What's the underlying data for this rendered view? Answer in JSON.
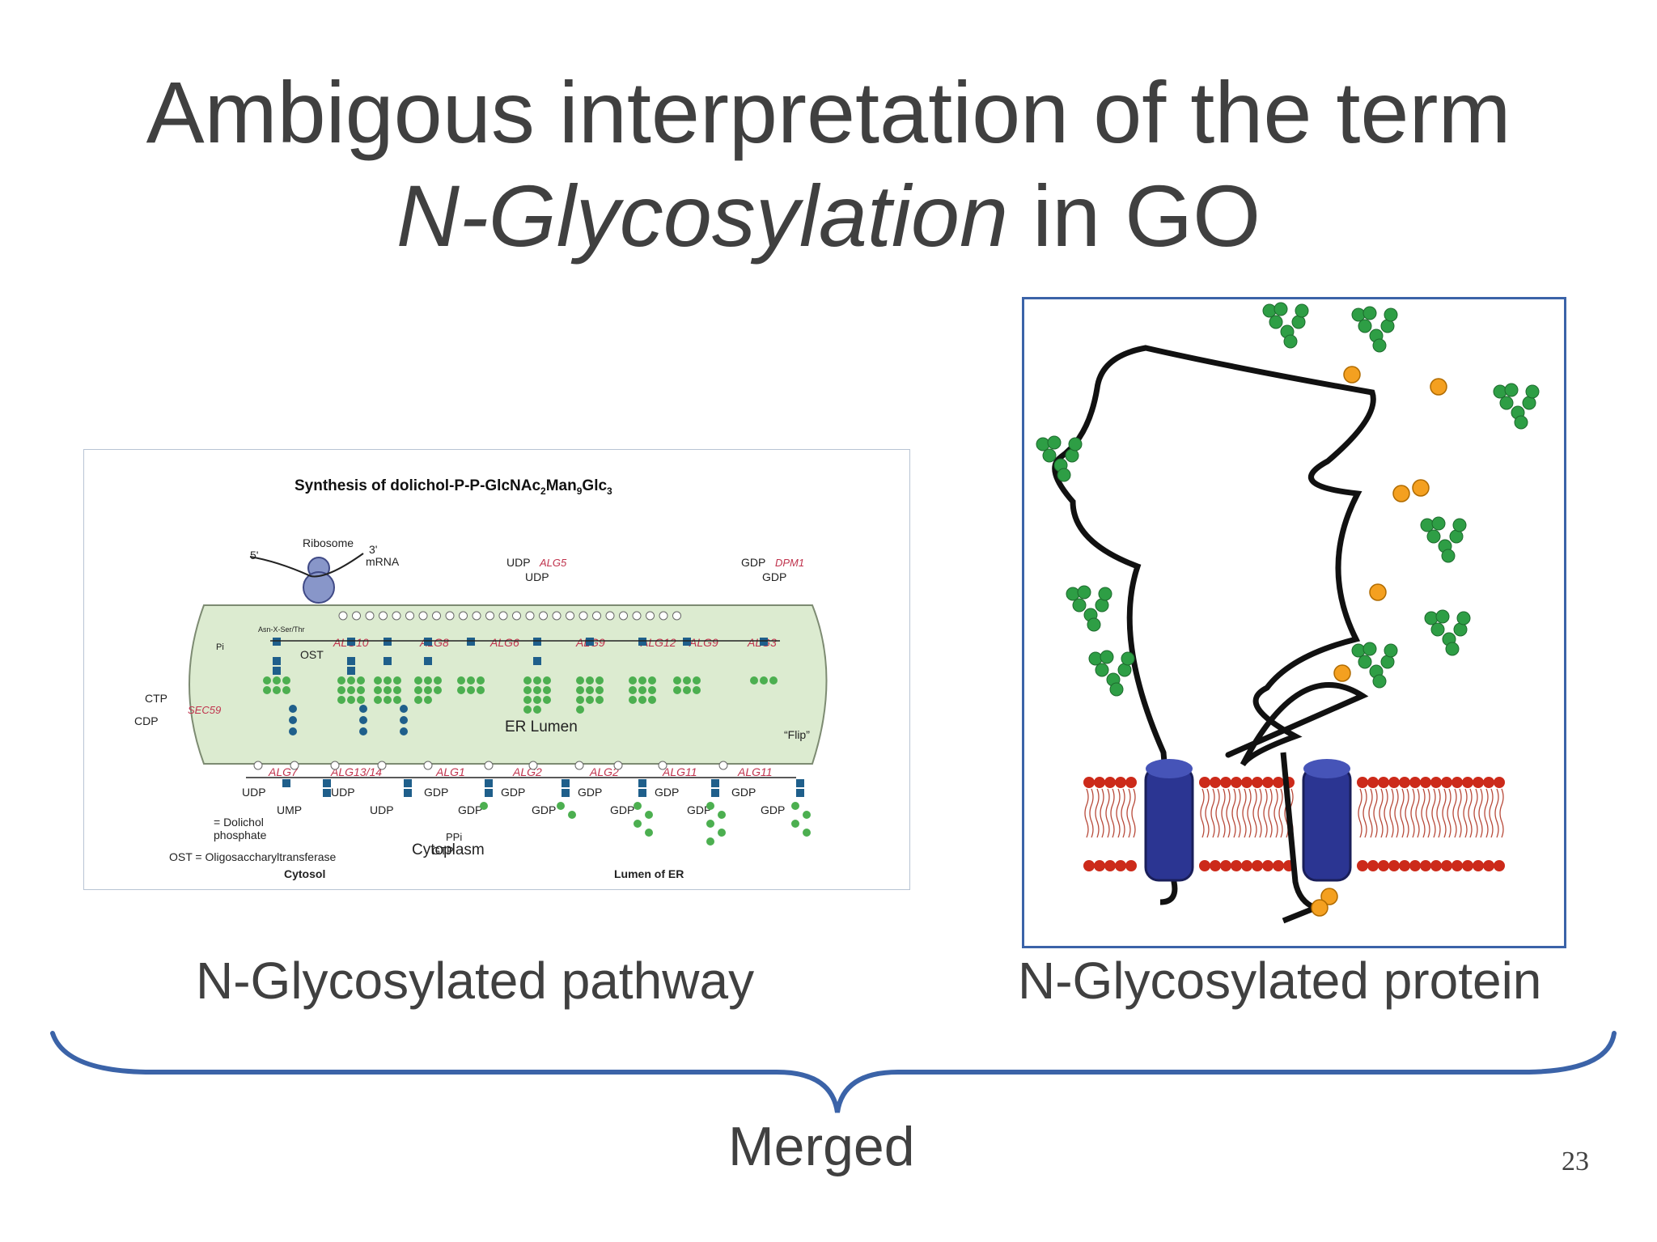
{
  "slide": {
    "title_line1": "Ambigous interpretation of the term",
    "title_italic": "N-Glycosylation",
    "title_rest": " in GO",
    "caption_left": "N-Glycosylated pathway",
    "caption_right": "N-Glycosylated protein",
    "merged_label": "Merged",
    "page_number": "23"
  },
  "pathway_figure": {
    "title": "Synthesis of dolichol-P-P-GlcNAc",
    "title_sub1": "2",
    "title_mid": "Man",
    "title_sub2": "9",
    "title_end": "Glc",
    "title_sub3": "3",
    "ribosome": "Ribosome",
    "five_prime": "5'",
    "three_prime": "3'",
    "mrna": "mRNA",
    "motif": "Asn-X-Ser/Thr",
    "ost": "OST",
    "pi": "Pi",
    "ctp": "CTP",
    "cdp": "CDP",
    "sec59": "SEC59",
    "er_lumen": "ER Lumen",
    "flip": "“Flip”",
    "cytoplasm": "Cytoplasm",
    "cytosol": "Cytosol",
    "lumen_of_er": "Lumen of ER",
    "legend_dolichol": "= Dolichol",
    "legend_phosphate": "phosphate",
    "legend_ost": "OST = Oligosaccharyltransferase",
    "ppi": "PPi",
    "gtp": "GTP",
    "top_enzymes": [
      "ALG10",
      "ALG8",
      "ALG6",
      "ALG9",
      "ALG12",
      "ALG9",
      "ALG3"
    ],
    "top_donor_left": [
      "UDP",
      "ALG5",
      "UDP"
    ],
    "top_donor_right": [
      "GDP",
      "DPM1",
      "GDP"
    ],
    "bottom_enzymes": [
      "ALG7",
      "ALG13/14",
      "ALG1",
      "ALG2",
      "ALG2",
      "ALG11",
      "ALG11"
    ],
    "bottom_donors": [
      "UDP",
      "UMP",
      "UDP",
      "UDP",
      "GDP",
      "GDP",
      "GDP",
      "GDP",
      "GDP",
      "GDP",
      "GDP",
      "GDP",
      "GDP",
      "GDP"
    ],
    "colors": {
      "membrane": "#dcebd0",
      "glcnac": "#1f5f8b",
      "mannose": "#4caf50",
      "enzyme": "#c0334d"
    }
  },
  "protein_figure": {
    "colors": {
      "backbone": "#111111",
      "glycan": "#2e9e45",
      "site": "#f4a020",
      "lipid_head": "#cc2a1a",
      "helix": "#2b3592"
    }
  },
  "colors": {
    "text": "#404040",
    "brace": "#3b63a8",
    "frame": "#3b63a8"
  }
}
